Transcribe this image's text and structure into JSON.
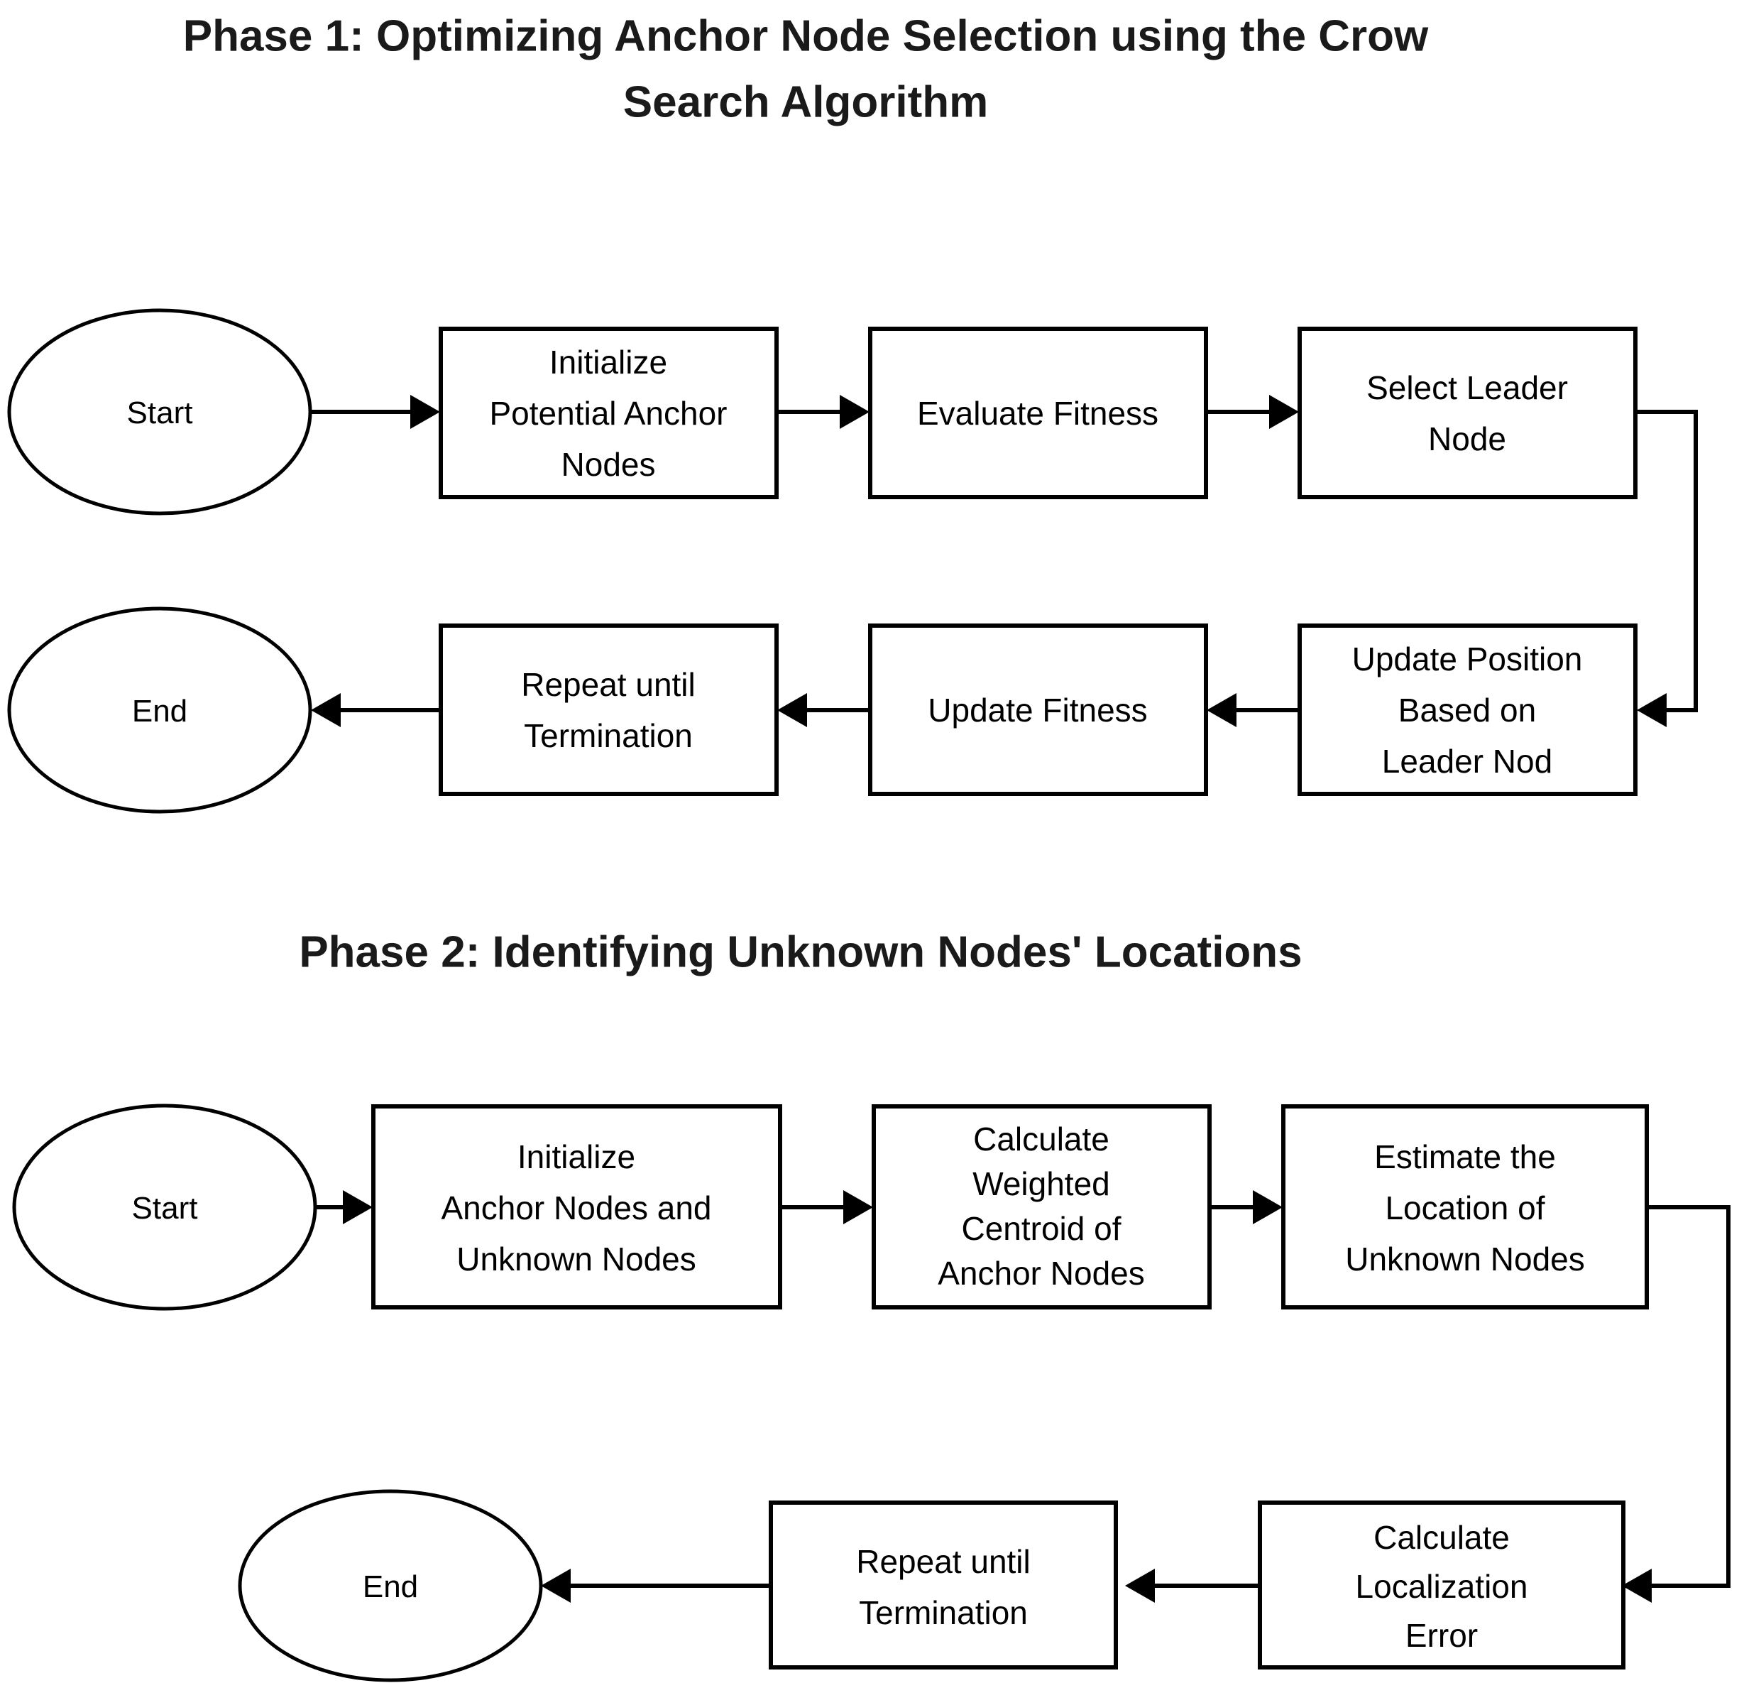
{
  "document": {
    "background_color": "#ffffff",
    "line_color": "#000000",
    "title_color": "#1a1a1a"
  },
  "phase1": {
    "title_line1": "Phase 1: Optimizing Anchor Node Selection using the Crow",
    "title_line2": "Search Algorithm",
    "nodes": {
      "start": {
        "label": "Start",
        "shape": "ellipse"
      },
      "init": {
        "line1": "Initialize",
        "line2": "Potential Anchor",
        "line3": "Nodes",
        "shape": "rect"
      },
      "evaluate": {
        "line1": "Evaluate Fitness",
        "shape": "rect"
      },
      "leader": {
        "line1": "Select Leader",
        "line2": "Node",
        "shape": "rect"
      },
      "update_position": {
        "line1": "Update Position",
        "line2": "Based on",
        "line3": "Leader Nod",
        "shape": "rect"
      },
      "update_fitness": {
        "line1": "Update Fitness",
        "shape": "rect"
      },
      "repeat": {
        "line1": "Repeat until",
        "line2": "Termination",
        "shape": "rect"
      },
      "end": {
        "label": "End",
        "shape": "ellipse"
      }
    },
    "edges": [
      {
        "from": "start",
        "to": "init",
        "direction": "right"
      },
      {
        "from": "init",
        "to": "evaluate",
        "direction": "right"
      },
      {
        "from": "evaluate",
        "to": "leader",
        "direction": "right"
      },
      {
        "from": "leader",
        "to": "update_position",
        "direction": "down-left-elbow"
      },
      {
        "from": "update_position",
        "to": "update_fitness",
        "direction": "left"
      },
      {
        "from": "update_fitness",
        "to": "repeat",
        "direction": "left"
      },
      {
        "from": "repeat",
        "to": "end",
        "direction": "left"
      }
    ]
  },
  "phase2": {
    "title_line1": "Phase 2: Identifying Unknown Nodes' Locations",
    "nodes": {
      "start": {
        "label": "Start",
        "shape": "ellipse"
      },
      "init": {
        "line1": "Initialize",
        "line2": "Anchor Nodes and",
        "line3": "Unknown Nodes",
        "shape": "rect"
      },
      "centroid": {
        "line1": "Calculate",
        "line2": "Weighted",
        "line3": "Centroid of",
        "line4": "Anchor Nodes",
        "shape": "rect"
      },
      "estimate": {
        "line1": "Estimate the",
        "line2": "Location of",
        "line3": "Unknown Nodes",
        "shape": "rect"
      },
      "error": {
        "line1": "Calculate",
        "line2": "Localization",
        "line3": "Error",
        "shape": "rect"
      },
      "repeat": {
        "line1": "Repeat until",
        "line2": "Termination",
        "shape": "rect"
      },
      "end": {
        "label": "End",
        "shape": "ellipse"
      }
    },
    "edges": [
      {
        "from": "start",
        "to": "init",
        "direction": "right"
      },
      {
        "from": "init",
        "to": "centroid",
        "direction": "right"
      },
      {
        "from": "centroid",
        "to": "estimate",
        "direction": "right"
      },
      {
        "from": "estimate",
        "to": "error",
        "direction": "down-left-elbow"
      },
      {
        "from": "error",
        "to": "repeat",
        "direction": "left"
      },
      {
        "from": "repeat",
        "to": "end",
        "direction": "left"
      }
    ]
  }
}
